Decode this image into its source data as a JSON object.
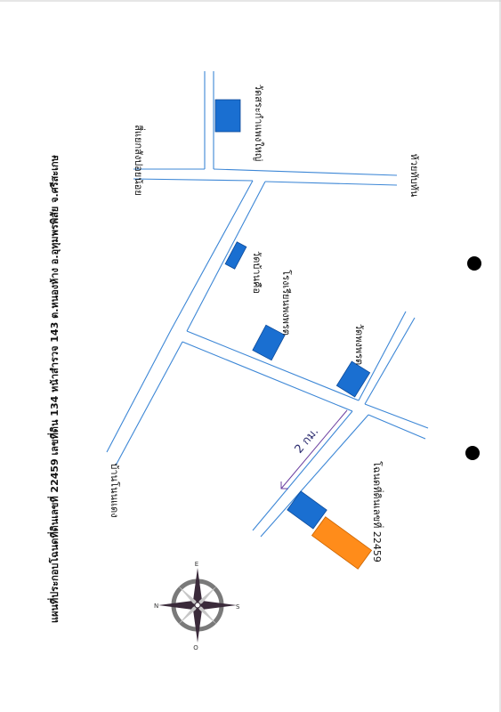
{
  "title": "แผนที่ประกอบโฉนดที่ดินเลขที่ 22459 เลขที่ดิน 134 หน้าสำรวจ 143 ต.หนองห้าง อ.อุทุมพรพิสัย จ.ศรีสะเกษ",
  "places": {
    "wat_sa_kamphaeng_yai": "วัดสระกำแพงใหญ่",
    "sila_sikhamphan": "สี่แยกสังปอยน้อย",
    "huai_thap_than": "ห้วยทับทัน",
    "wat_ban_khue": "วัดบ้านคือ",
    "rongrian_nong_phot": "โรงเรียนพงพรต",
    "wat_nong_phot": "วัดพงพรต",
    "ban_non_daeng": "บ้านโนนแดง"
  },
  "parcel_label": "โฉนดที่ดินเลขที่ 22459",
  "distance_label": "2 กม.",
  "compass": {
    "north": "N",
    "east": "E",
    "south": "S",
    "west": "O"
  },
  "colors": {
    "road": "#3d87d6",
    "building": "#1a6fd1",
    "parcel": "#ff8c1a",
    "distance_line": "#6b3fa0"
  }
}
